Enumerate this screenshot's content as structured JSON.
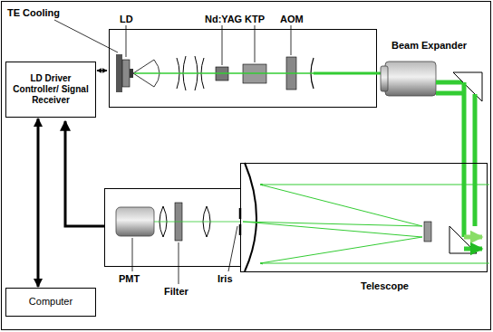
{
  "diagram": {
    "nodes": [
      {
        "text": [
          "LD Driver Controller/ Signal Receiver"
        ]
      },
      {
        "text": [
          "Computer"
        ]
      }
    ],
    "edges": [
      {
        "from": 0,
        "to": 1,
        "arrow": "both"
      }
    ],
    "labels": [
      "TE Cooling",
      "LD",
      "Nd:YAG",
      "KTP",
      "AOM",
      "Beam Expander",
      "PMT",
      "Filter",
      "Iris",
      "Telescope"
    ]
  }
}
